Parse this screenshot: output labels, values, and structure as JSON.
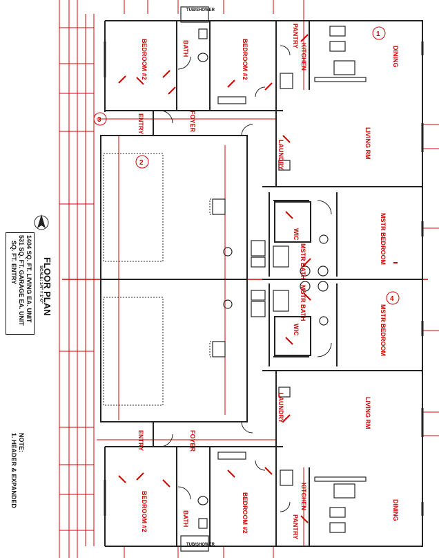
{
  "drawing": {
    "title": "FLOOR PLAN",
    "scale": "SCALE: 1/4\" = 1'-0\"",
    "areas": [
      "1404 SQ. FT. LIVING EA. UNIT",
      "531 SQ. FT. GARAGE EA. UNIT",
      "SQ. FT. ENTRY"
    ],
    "note_title": "NOTE:",
    "note_line": "1. HEADER & EXPANDED"
  },
  "rooms_top": {
    "bedroom2a": "BEDROOM #2",
    "bath": "BATH",
    "bedroom2b": "BEDROOM #2",
    "pantry": "PANTRY",
    "kitchen": "KITCHEN",
    "dining": "DINING",
    "entry": "ENTRY",
    "foyer": "FOYER",
    "living": "LIVING RM",
    "laundry": "LAUNDRY",
    "mstr_bedroom": "MSTR BEDROOM",
    "wic": "WIC",
    "mstr_bath": "MSTR BATH",
    "tub_shower": "TUB/SHOWER"
  },
  "rooms_bottom": {
    "mstr_bath": "MSTR BATH",
    "mstr_bedroom": "MSTR BEDROOM",
    "wic": "WIC",
    "laundry": "LAUNDRY",
    "living": "LIVING RM",
    "entry": "ENTRY",
    "foyer": "FOYER",
    "kitchen": "KITCHEN",
    "bedroom2a": "BEDROOM #2",
    "bath": "BATH",
    "bedroom2b": "BEDROOM #2",
    "dining": "DINING",
    "pantry": "PANTRY",
    "tub_shower": "TUB/SHOWER"
  },
  "section_markers": [
    "3",
    "2",
    "1",
    "4"
  ],
  "colors": {
    "annotation": "#d40000",
    "wall": "#222222"
  }
}
